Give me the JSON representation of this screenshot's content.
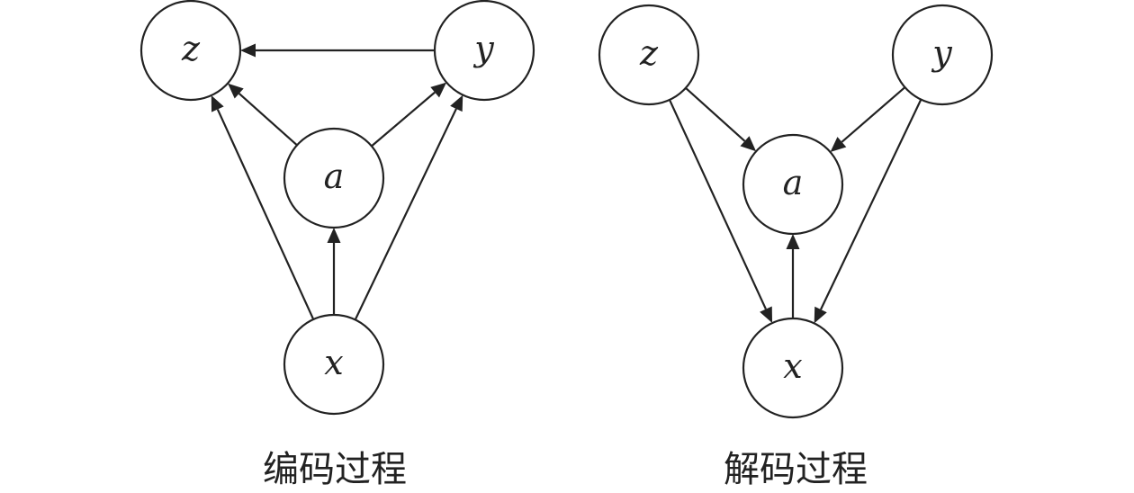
{
  "diagrams": [
    {
      "caption": "编码过程",
      "nodes": [
        {
          "id": "z",
          "label": "z"
        },
        {
          "id": "y",
          "label": "y"
        },
        {
          "id": "a",
          "label": "a"
        },
        {
          "id": "x",
          "label": "x"
        }
      ],
      "edges": [
        {
          "from": "y",
          "to": "z"
        },
        {
          "from": "a",
          "to": "z"
        },
        {
          "from": "a",
          "to": "y"
        },
        {
          "from": "x",
          "to": "z"
        },
        {
          "from": "x",
          "to": "a"
        },
        {
          "from": "x",
          "to": "y"
        }
      ]
    },
    {
      "caption": "解码过程",
      "nodes": [
        {
          "id": "z",
          "label": "z"
        },
        {
          "id": "y",
          "label": "y"
        },
        {
          "id": "a",
          "label": "a"
        },
        {
          "id": "x",
          "label": "x"
        }
      ],
      "edges": [
        {
          "from": "z",
          "to": "a"
        },
        {
          "from": "y",
          "to": "a"
        },
        {
          "from": "z",
          "to": "x"
        },
        {
          "from": "y",
          "to": "x"
        },
        {
          "from": "x",
          "to": "a"
        }
      ]
    }
  ]
}
